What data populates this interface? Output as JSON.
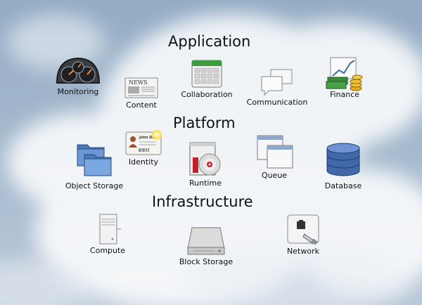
{
  "layers": {
    "application": "Application",
    "platform": "Platform",
    "infrastructure": "Infrastructure"
  },
  "services": {
    "monitoring": "Monitoring",
    "content": "Content",
    "collaboration": "Collaboration",
    "communication": "Communication",
    "finance": "Finance",
    "object_storage": "Object Storage",
    "identity": "Identity",
    "identity_card_name": "John Doe",
    "content_newspaper": "NEWS",
    "runtime": "Runtime",
    "queue": "Queue",
    "database": "Database",
    "compute": "Compute",
    "block_storage": "Block Storage",
    "network": "Network"
  },
  "colors": {
    "sky_top": "#8fa8c2",
    "sky_bottom": "#c9d6e4",
    "cloud": "#ffffff"
  }
}
